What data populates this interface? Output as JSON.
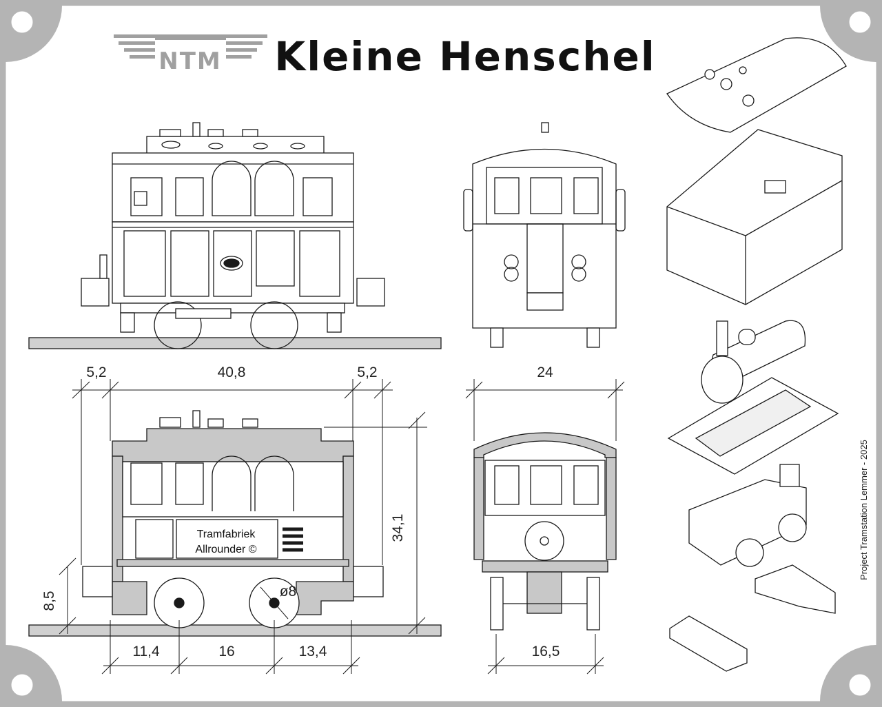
{
  "logo": {
    "text": "NTM"
  },
  "title": "Kleine Henschel",
  "stamp": {
    "line1": "Tramfabriek",
    "line2": "Allrounder ©"
  },
  "credit": "Project Tramstation Lemmer - 2025",
  "dimensions": {
    "top_left": "5,2",
    "top_mid": "40,8",
    "top_right": "5,2",
    "height_total": "34,1",
    "height_buffer": "8,5",
    "bottom_left": "11,4",
    "bottom_mid": "16",
    "bottom_right": "13,4",
    "wheel_dia": "ø8",
    "end_width_top": "24",
    "end_width_bottom": "16,5"
  },
  "colors": {
    "frame": "#b4b4b4",
    "section": "#c8c8c8",
    "line": "#1a1a1a",
    "logo": "#a0a0a0"
  }
}
